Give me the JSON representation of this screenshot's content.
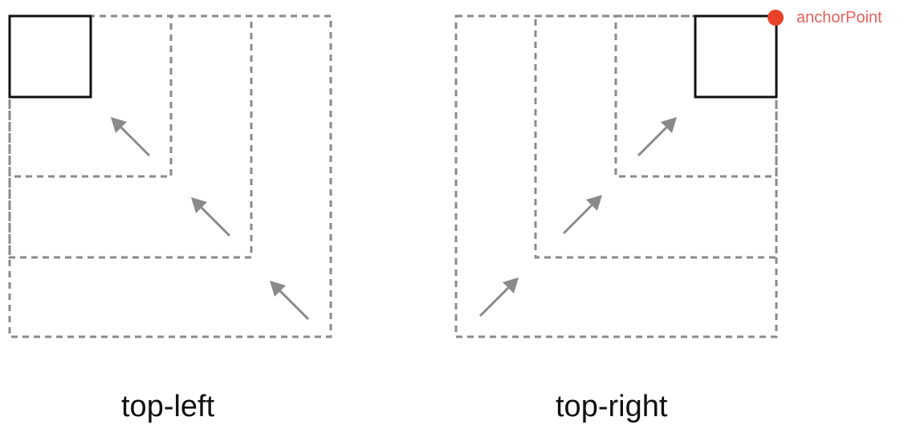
{
  "colors": {
    "dashed_box": "#8a8a8a",
    "solid_box": "#111111",
    "arrow": "#8a8a8a",
    "anchor_dot": "#e8432a",
    "anchor_label": "#e2625e"
  },
  "panels": {
    "left": {
      "caption": "top-left",
      "arrow_direction": "toward-top-left"
    },
    "right": {
      "caption": "top-right",
      "arrow_direction": "toward-top-right",
      "anchor_label": "anchorPoint"
    }
  }
}
